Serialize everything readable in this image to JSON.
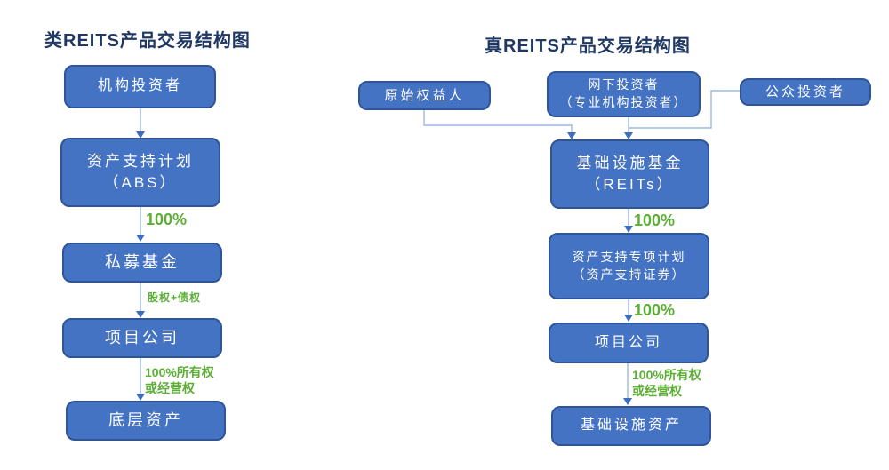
{
  "colors": {
    "box-fill": "#4573C4",
    "box-border": "#2F5597",
    "box-text": "#FFFFFF",
    "connector": "#9CB8E4",
    "arrowhead": "#3F6DBE",
    "green": "#5CAE35",
    "title": "#1F3864",
    "background": "#FFFFFF"
  },
  "left_diagram": {
    "title": "类REITS产品交易结构图",
    "nodes": [
      {
        "name": "institutional-investors",
        "lines": [
          "机构投资者"
        ]
      },
      {
        "name": "abs-plan",
        "lines": [
          "资产支持计划",
          "（ABS）"
        ]
      },
      {
        "name": "private-fund",
        "lines": [
          "私募基金"
        ]
      },
      {
        "name": "project-company",
        "lines": [
          "项目公司"
        ]
      },
      {
        "name": "underlying-assets",
        "lines": [
          "底层资产"
        ]
      }
    ],
    "edges": [
      {
        "from": "机构投资者",
        "to": "资产支持计划（ABS）",
        "label_lines": []
      },
      {
        "from": "资产支持计划（ABS）",
        "to": "私募基金",
        "label_lines": [
          "100%"
        ]
      },
      {
        "from": "私募基金",
        "to": "项目公司",
        "label_lines": [
          "股权+债权"
        ]
      },
      {
        "from": "项目公司",
        "to": "底层资产",
        "label_lines": [
          "100%所有权",
          "或经营权"
        ]
      }
    ]
  },
  "right_diagram": {
    "title": "真REITS产品交易结构图",
    "nodes": [
      {
        "name": "original-equity-holder",
        "lines": [
          "原始权益人"
        ]
      },
      {
        "name": "offline-investors",
        "lines": [
          "网下投资者",
          "（专业机构投资者）"
        ]
      },
      {
        "name": "public-investors",
        "lines": [
          "公众投资者"
        ]
      },
      {
        "name": "infrastructure-fund",
        "lines": [
          "基础设施基金",
          "（REITs）"
        ]
      },
      {
        "name": "abs-special-plan",
        "lines": [
          "资产支持专项计划",
          "（资产支持证券）"
        ]
      },
      {
        "name": "project-company",
        "lines": [
          "项目公司"
        ]
      },
      {
        "name": "infrastructure-assets",
        "lines": [
          "基础设施资产"
        ]
      }
    ],
    "edges": [
      {
        "from": "原始权益人",
        "to": "基础设施基金（REITs）",
        "label_lines": []
      },
      {
        "from": "网下投资者（专业机构投资者）",
        "to": "基础设施基金（REITs）",
        "label_lines": []
      },
      {
        "from": "公众投资者",
        "to": "基础设施基金（REITs）",
        "label_lines": []
      },
      {
        "from": "基础设施基金（REITs）",
        "to": "资产支持专项计划（资产支持证券）",
        "label_lines": [
          "100%"
        ]
      },
      {
        "from": "资产支持专项计划（资产支持证券）",
        "to": "项目公司",
        "label_lines": [
          "100%"
        ]
      },
      {
        "from": "项目公司",
        "to": "基础设施资产",
        "label_lines": [
          "100%所有权",
          "或经营权"
        ]
      }
    ]
  }
}
